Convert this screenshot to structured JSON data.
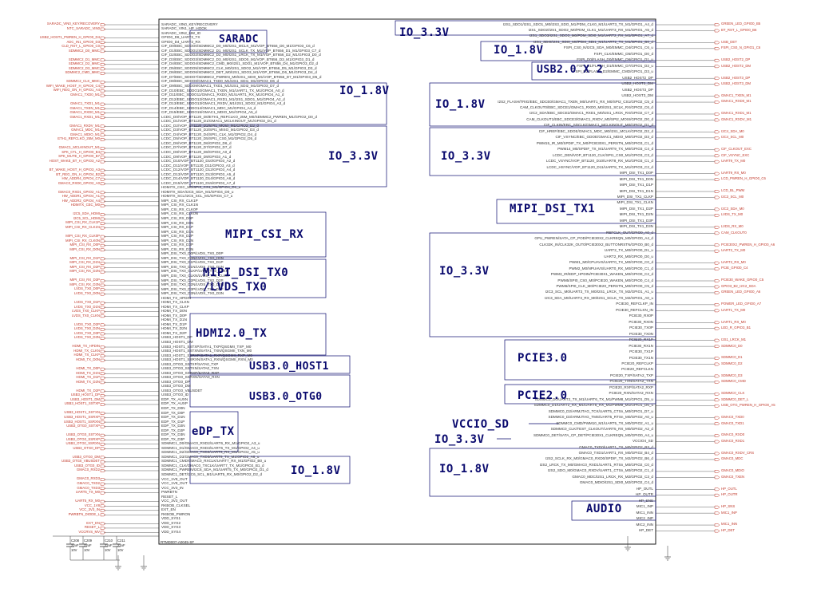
{
  "schematic": {
    "part_number": "RTMD007-A0045-SF",
    "blocks": [
      {
        "id": "saradc",
        "label": "SARADC"
      },
      {
        "id": "io18-a",
        "label": "IO_1.8V"
      },
      {
        "id": "io33-a",
        "label": "IO_3.3V"
      },
      {
        "id": "mipi-csi-rx",
        "label": "MIPI_CSI_RX"
      },
      {
        "id": "mipi-dsi-tx0",
        "label": "MIPI_DSI_TX0"
      },
      {
        "id": "lvds-tx0",
        "label": "/LVDS_TX0"
      },
      {
        "id": "hdmi20-tx",
        "label": "HDMI2.0_TX"
      },
      {
        "id": "usb30-host1",
        "label": "USB3.0_HOST1"
      },
      {
        "id": "usb30-otg0",
        "label": "USB3.0_OTG0"
      },
      {
        "id": "edp-tx",
        "label": "eDP_TX"
      },
      {
        "id": "io18-b",
        "label": "IO_1.8V"
      },
      {
        "id": "io33-top",
        "label": "IO_3.3V"
      },
      {
        "id": "io18-c",
        "label": "IO_1.8V"
      },
      {
        "id": "usb20-x2",
        "label": "USB2.0 X 2"
      },
      {
        "id": "io18-d",
        "label": "IO_1.8V"
      },
      {
        "id": "io33-b",
        "label": "IO_3.3V"
      },
      {
        "id": "mipi-dsi-tx1",
        "label": "MIPI_DSI_TX1"
      },
      {
        "id": "io33-c",
        "label": "IO_3.3V"
      },
      {
        "id": "pcie30",
        "label": "PCIE3.0"
      },
      {
        "id": "pcie20",
        "label": "PCIE2.0"
      },
      {
        "id": "vccio-sd",
        "label": "VCCIO_SD"
      },
      {
        "id": "io33-d",
        "label": "IO_3.3V"
      },
      {
        "id": "io18-e",
        "label": "IO_1.8V"
      },
      {
        "id": "audio",
        "label": "AUDIO"
      }
    ],
    "left_nets": [
      "SARADC_VIN0_KEY/RECOVERY",
      "NTC_SARADC_VIN0",
      "USB2_HOST1_PWREN_H_GPIO0_D4",
      "ADC_IN1_GPIO0_D3",
      "CLD_RST_L_GPIO0_C0",
      "SDMMC2_D0_MMC",
      "SDMMC2_D1_MMC",
      "SDMMC2_D2_MMC",
      "SDMMC2_D3_MMC",
      "SDMMC2_CMD_MMC",
      "SDMMC2_CLK_MMC",
      "WIFI_WAKE_HOST_H_GPIO0_C4",
      "WIFI_REG_ON_H_GPIO1_A4",
      "GMAC1_TXD0_M1",
      "GMAC1_TXD1_M1",
      "GMAC1_TXEN_M1",
      "GMAC1_RXD0_M1",
      "GMAC1_RXD1_M1",
      "GMAC1_RXDV_M1",
      "GMAC1_MDC_M1",
      "GMAC1_MDIO_M1",
      "ETH1_REFCLKO_25M_M0",
      "GMAC1_MCLKINOUT_M1",
      "SPK_CTL_H_GPIO0_B4",
      "SPK_MUTE_H_GPIO0_B7",
      "HOST_WAKE_BT_H_GPIO3_A2",
      "BT_WAKE_HOST_H_GPIO3_A3",
      "BT_REG_ON_H_GPIO4_B2",
      "HW_ADDR4_GPIO4_C7",
      "GMAC0_RXD0_GPIO2_A0",
      "GMAC0_RXD1_GPIO2_A1",
      "HW_ADDR1_GPIO4_A1",
      "HW_ADDR2_GPIO4_A4",
      "HDMITX_CEC_M0",
      "I2C5_SDA_HDMI",
      "I2C5_SCL_HDMI",
      "MIPI_CSI_RX_CLK1P",
      "MIPI_CSI_RX_CLK1N",
      "MIPI_CSI_RX_CLK0P",
      "MIPI_CSI_RX_CLK0N",
      "MIPI_CSI_RX_D0P",
      "MIPI_CSI_RX_D0N",
      "MIPI_CSI_RX_D1P",
      "MIPI_CSI_RX_D1N",
      "MIPI_CSI_RX_D2P",
      "MIPI_CSI_RX_D2N",
      "MIPI_CSI_RX_D3P",
      "MIPI_CSI_RX_D3N",
      "LVDS_TX0_D0P",
      "LVDS_TX0_D0N",
      "LVDS_TX0_D1P",
      "LVDS_TX0_D1N",
      "LVDS_TX0_CLKP",
      "LVDS_TX0_CLKN",
      "LVDS_TX0_D2P",
      "LVDS_TX0_D2N",
      "LVDS_TX0_D3P",
      "LVDS_TX0_D3N",
      "HDMI_TX_HPDIN",
      "HDMI_TX_CLKN",
      "HDMI_TX_CLKP",
      "HDMI_TX_D0N",
      "HDMI_TX_D0P",
      "HDMI_TX_D1N",
      "HDMI_TX_D1P",
      "HDMI_TX_D2N",
      "HDMI_TX_D2P",
      "USB3_HOST1_DP",
      "USB3_HOST1_DM",
      "USB3_HOST1_SSTXP",
      "USB3_HOST1_SSTXN",
      "USB3_HOST1_SSRXP",
      "USB3_HOST1_SSRXN",
      "USB3_OTG0_SSTXP",
      "USB3_OTG0_SSTXN",
      "USB3_OTG0_SSRXP",
      "USB3_OTG0_SSRXN",
      "USB3_OTG0_DP",
      "USB3_OTG0_DM",
      "USB3_OTG0_VBUSDET",
      "USB3_OTG0_ID",
      "GMAC0_RXD2",
      "GMAC0_RXD3",
      "GMAC0_TXD2",
      "GMAC0_TXD3",
      "UART5_TX_M0",
      "UART5_RX_M0",
      "VCC_1V8",
      "VCC_3V3_IN",
      "PWRBTN_DIODE_L",
      "EXT_EN",
      "RESET_L",
      "VCCRVS_MV"
    ],
    "left_pins": [
      "SARADC_VIN0_KEY/RECOVERY",
      "SARADC_VIN1_HP_HOOK",
      "SARADC_VIN2_HW_ID",
      "GPIO0_D6_UART2_TX",
      "GPIO0_D4_UART2_RX",
      "CIF_D0/EBC_SDDO0/SDMMC2_D0_M0/I2S1_MCLK_M1/VOP_BT656_D0_M1/GPIO3_C6_d",
      "CIF_D1/EBC_SDDO1/SDMMC2_D1_M0/I2S1_SCLK_TX_M1/VOP_BT656_D1_M1/GPIO3_C7_d",
      "CIF_D2/EBC_SDDO2/SDMMC2_D2_M0/I2S1_LRCK_TX_M1/VOP_BT656_D2_M1/GPIO3_D0_d",
      "CIF_D3/EBC_SDDO3/SDMMC2_D3_M0/I2S1_SDO0_M1/VOP_BT656_D3_M1/GPIO3_D1_d",
      "CIF_D4/EBC_SDDO4/SDMMC2_CMD_M0/I2S1_SDO1_M1/VOP_BT656_D4_M1/GPIO3_D2_d",
      "CIF_D5/EBC_SDDO5/SDMMC2_CLK_M0/I2S1_SDO2_M1/VOP_BT656_D5_M1/GPIO3_D3_d",
      "CIF_D6/EBC_SDDO6/SDMMC2_DET_M0/I2S1_SDO3_M1/VOP_BT656_D6_M1/GPIO3_D4_d",
      "CIF_D7/EBC_SDDO7/SDMMC2_PWREN_M0/I2S1_SDI0_M1/VOP_BT656_D7_M1/GPIO3_D5_d",
      "CIF_D8/EBC_SDDO8/GMAC1_TXD0_M1/I2S1_SDI1_M1/GPIO3_D6_d",
      "CIF_D9/EBC_SDDO9/GMAC1_TXD1_M1/I2S1_SDI2_M1/GPIO3_D7_d",
      "CIF_D10/EBC_SDDO10/GMAC1_TXEN_M1/UART1_TX_M1/GPIO4_A0_d",
      "CIF_D11/EBC_SDDO11/GMAC1_RXD0_M1/UART1_RX_M1/GPIO4_A1_d",
      "CIF_D12/EBC_SDDO12/GMAC1_RXD1_M1/I2S1_SDO1_M1/GPIO4_A2_d",
      "CIF_D13/EBC_SDDO13/GMAC1_RXDV_M1/I2S1_SDO2_M1/GPIO4_A3_d",
      "CIF_D14/EBC_SDDO14/GMAC1_MDC_M1/GPIO4_A4_d",
      "CIF_D15/EBC_SDDO15/GMAC1_MDIO_M1/GPIO4_A5_d",
      "LCDC_D0/VOP_BT1120_D0/ETH1_REFCLKO_25M_M0/SDMMC2_PWREN_M1/GPIO2_D0_d",
      "LCDC_D1/VOP_BT1120_D1/GMAC1_MCLKINOUT_M1/GPIO2_D1_d",
      "LCDC_D2/VOP_BT1120_D2/SPI1_MOSI_M1/GPIO2_D2_d",
      "LCDC_D3/VOP_BT1120_D3/SPI1_MISO_M1/GPIO2_D3_d",
      "LCDC_D4/VOP_BT1120_D4/SPI1_CLK_M1/GPIO2_D4_d",
      "LCDC_D5/VOP_BT1120_D5/SPI1_CS0_M1/GPIO2_D5_d",
      "LCDC_D6/VOP_BT1120_D6/GPIO2_D6_d",
      "LCDC_D7/VOP_BT1120_D7/GPIO2_D7_d",
      "LCDC_D8/VOP_BT1120_D8/GPIO3_A0_d",
      "LCDC_D9/VOP_BT1120_D9/GPIO3_A1_d",
      "LCDC_D10/VOP_BT1120_D10/GPIO3_A2_d",
      "LCDC_D11/VOP_BT1120_D11/GPIO3_A3_d",
      "LCDC_D12/VOP_BT1120_D12/GPIO3_A4_d",
      "LCDC_D13/VOP_BT1120_D13/GPIO3_A5_d",
      "LCDC_D14/VOP_BT1120_D14/GPIO3_A6_d",
      "LCDC_D15/VOP_BT1120_D15/GPIO3_A7_d",
      "HDMITX_CEC_M0/SPI3_CS1_M1/GPIO4_D1_u",
      "HDMITX_SDA/I2C5_SDA_M1/GPIO4_D0_u",
      "HDMITX_SCL/I2C5_SCL_M1/GPIO4_C7_u",
      "MIPI_CSI_RX_CLK1P",
      "MIPI_CSI_RX_CLK1N",
      "MIPI_CSI_RX_CLK0P",
      "MIPI_CSI_RX_CLK0N",
      "MIPI_CSI_RX_D0P",
      "MIPI_CSI_RX_D0N",
      "MIPI_CSI_RX_D1P",
      "MIPI_CSI_RX_D1N",
      "MIPI_CSI_RX_D2P",
      "MIPI_CSI_RX_D2N",
      "MIPI_CSI_RX_D3P",
      "MIPI_CSI_RX_D3N",
      "MIPI_DSI_TX0_D0P/LVDS_TX0_D0P",
      "MIPI_DSI_TX0_D0N/LVDS_TX0_D0N",
      "MIPI_DSI_TX0_D1P/LVDS_TX0_D1P",
      "MIPI_DSI_TX0_D1N/LVDS_TX0_D1N",
      "MIPI_DSI_TX0_CLKP/LVDS_TX0_CLKP",
      "MIPI_DSI_TX0_CLKN/LVDS_TX0_CLKN",
      "MIPI_DSI_TX0_D2P/LVDS_TX0_D2P",
      "MIPI_DSI_TX0_D2N/LVDS_TX0_D2N",
      "MIPI_DSI_TX0_D3P/LVDS_TX0_D3P",
      "MIPI_DSI_TX0_D3N/LVDS_TX0_D3N",
      "HDMI_TX_HPDIN",
      "HDMI_TX_CLKN",
      "HDMI_TX_CLKP",
      "HDMI_TX_D0N",
      "HDMI_TX_D0P",
      "HDMI_TX_D1N",
      "HDMI_TX_D1P",
      "HDMI_TX_D2N",
      "HDMI_TX_D2P",
      "USB3_HOST1_DP",
      "USB3_HOST1_DM",
      "USB3_HOST1_SSTXP/SATA1_TXP/QSGMII_TXP_M0",
      "USB3_HOST1_SSTXN/SATA1_TXN/QSGMII_TXN_M0",
      "USB3_HOST1_SSRXP/SATA1_RXP/QSGMII_RXP_M0",
      "USB3_HOST1_SSRXN/SATA1_RXN/QSGMII_RXN_M0",
      "USB3_OTG0_SSTXP/SATA0_TXP",
      "USB3_OTG0_SSTXN/SATA0_TXN",
      "USB3_OTG0_SSRXP/SATA0_RXP",
      "USB3_OTG0_SSRXN/SATA0_RXN",
      "USB3_OTG0_DP",
      "USB3_OTG0_DM",
      "USB3_OTG0_VBUSDET",
      "USB3_OTG0_ID",
      "EDP_TX_AUXN",
      "EDP_TX_AUXP",
      "EDP_TX_D0N",
      "EDP_TX_D0P",
      "EDP_TX_D1N",
      "EDP_TX_D1P",
      "EDP_TX_D2N",
      "EDP_TX_D2P",
      "EDP_TX_D3N",
      "EDP_TX_D3P",
      "SDMMC1_D0/GMAC0_RXD2/UART6_RX_M1/GPIO2_A3_u",
      "SDMMC1_D1/GMAC0_RXD3/UART6_TX_M1/GPIO2_A4_u",
      "SDMMC1_D2/GMAC0_TXD2/UART9_RX_M1/GPIO2_A5_u",
      "SDMMC1_D3/GMAC0_TXD3/UART9_TX_M1/GPIO2_A6_u",
      "SDMMC1_CMD/GMAC0_RXCLK/UART7_RX_M1/GPIO2_B0_u",
      "SDMMC1_CLK/GMAC0_TXCLK/UART7_TX_M1/GPIO2_B1_d",
      "SDMMC1_PWREN/I2C6_SDA_M1/UART5_TX_M0/GPIO2_D1_d",
      "SDMMC1_DET/I2C6_SCL_M1/UART5_RX_M0/GPIO2_D2_d",
      "VCC_1V8_OUT",
      "VCC_1V8_OUT",
      "VCC_3V3_IN",
      "PWRBTN",
      "RESET_L",
      "VCC_3V3_OUT",
      "RKBOB_CLKSEL",
      "EXT_EN",
      "RKBOB_PWRON",
      "VDD_SYS1",
      "VDD_SYS2",
      "VDD_SYS3",
      "VDD_SYS4"
    ],
    "right_pins": [
      "I2S1_SDO1/I2S1_SDO1_M0/I2S3_SDO_M1/PDM_CLK0_M1/UART3_TX_M1/GPIO1_A4_d",
      "I2S1_SDO2/I2S1_SDO2_M0/PDM_CLK1_M1/UART3_RX_M1/GPIO1_A5_d",
      "I2S1_SDO3/I2S1_SDO3_M0/PDM_SDI0_M1/UART2_RX_M1/GPIO1_A7_d",
      "I2S1_SDI0/I2S1_SDI0_M0/PDM_SDI1_M1/UART2_TX_M1/GPIO1_B0_d",
      "FSPI_CS0_N/I2C5_SDA_M0/EMMC_D4/GPIO1_C6_u",
      "FSPI_CLK/EMMC_D5/GPIO1_D0_d",
      "FSPI_D0/FLASH_D0/EMMC_D6/GPIO1_D1_u",
      "FSPI_D1/FLASH_D1/EMMC_D7/GPIO1_D2_u",
      "FSPI_D2/FLASH_D2/EMMC_CMD/GPIO1_D3_u",
      "USB2_HOST2_DP",
      "USB2_HOST2_DM",
      "USB2_HOST3_DP",
      "USB2_HOST3_DM",
      "I2S2_FLASH/TRIG/EBC_SDCE0/GMAC1_TXEN_M0/UART1_RX_M0/SPI2_CS1/GPIO2_C5_d",
      "CAM_CLKOUT0/EBC_SDCE1/GMAC1_RXD0_M0/I2S1_SCLK_RX/GPIO2_C6_d",
      "I2C2_SDA/EBC_SDCE2/GMAC1_RXD1_M0/I2S1_LRCK_RX/GPIO2_C7_d",
      "CAM_CLKOUT1/EBC_SDCE3/GMAC1_RXDV_M0/SPI2_MOSI/GPIO2_D0_d",
      "CIF_CLKIN/EBC_SDCLK/GMAC1_MCLKINOUT_M0/GPIO2_D1_d",
      "CIF_HREF/EBC_SDOE/GMAC1_MDC_M0/I2S1_MCLK/GPIO2_D2_d",
      "CIF_VSYNC/EBC_GDOE/GMAC1_MDIO_M0/GPIO2_D3_d",
      "PWM15_IR_M0/SPDIF_TX_M0/PCIE30X1_PERSTN_M0/GPIO3_C1_d",
      "PWM14_M0/SPDIF_TX_M1/UART9_TX_M0/GPIO3_C4_d",
      "LCDC_DEN/VOP_BT1120_CLK/SPI1_CS0_M1/GPIO3_C3_d",
      "LCDC_VSYNC/VOP_BT1120_D10/UART8_RX_M1/GPIO3_C1_d",
      "LCDC_HSYNC/VOP_BT1120_D11/UART8_TX_M1/GPIO3_C2_d",
      "MIPI_DSI_TX1_D0P",
      "MIPI_DSI_TX1_D0N",
      "MIPI_DSI_TX1_D1P",
      "MIPI_DSI_TX1_D1N",
      "MIPI_DSI_TX1_CLKP",
      "MIPI_DSI_TX1_CLKN",
      "MIPI_DSI_TX1_D2P",
      "MIPI_DSI_TX1_D2N",
      "MIPI_DSI_TX1_D3P",
      "MIPI_DSI_TX1_D3N",
      "REFCLK_OUT/GPIO0_A0_d",
      "GPU_PWREN/SATA_CP_POD/PCIE30X2_CLKREQN_M0/GPIO0_A4_d",
      "CLK32K_IN/CLK32K_OUT0/PCIE30X2_BUTTONRSTN/GPIO0_B0_d",
      "UART2_TX_M0/GPIO0_D1_u",
      "UART2_RX_M0/GPIO0_D0_u",
      "PWM1_M0/CPUAVS/UART0_TX_M0/GPIO0_C0_d",
      "PWM2_M0/NPUAVS/UART0_RX_M0/GPIO0_C1_d",
      "PWM3_IR/EDP_HPDIN/PCIE30X1_WAKEN_M0/GPIO0_C2_d",
      "PWM5/SPI0_CS0_M0/PCIE20_WAKEN_M0/GPIO0_C4_d",
      "PWM6/SPI0_CLK_M0/PCIE20_PERSTN_M0/GPIO0_C5_d",
      "I2C3_SCL_M0/UART3_TX_M0/I2S1_LRCK_TX_M2/GPIO1_A1_u",
      "I2C3_SDA_M0/UART3_RX_M0/I2S1_SCLK_TX_M2/GPIO1_A0_u",
      "PCIE30_REFCLKP_IN",
      "PCIE30_REFCLKN_IN",
      "PCIE30_RX0P",
      "PCIE30_RX0N",
      "PCIE30_TX0P",
      "PCIE30_TX0N",
      "PCIE30_RX1P",
      "PCIE30_RX1N",
      "PCIE30_TX1P",
      "PCIE30_TX1N",
      "PCIE20_REFCLKP",
      "PCIE20_REFCLKN",
      "PCIE20_TXP/SATA2_TXP",
      "PCIE20_TXN/SATA2_TXN",
      "PCIE20_RXP/SATA2_RXP",
      "PCIE20_RXN/SATA2_RXN",
      "SDMMC0_D0/UART2_TX_M1/UART6_TX_M1/PWM8_M1/GPIO1_D5_u",
      "SDMMC0_D1/UART2_RX_M1/UART6_RX_M1/PWM9_M1/GPIO1_D6_u",
      "SDMMC0_D2/ARMJTAG_TCK/UART5_CTSn_M0/GPIO1_D7_u",
      "SDMMC0_D3/ARMJTAG_TMS/UART5_RTSn_M0/GPIO2_A0_u",
      "SDMMC0_CMD/PWM10_M1/UART5_TX_M0/GPIO2_A1_u",
      "SDMMC0_CLK/TEST_CLKOUT/UART5_RX_M0/GPIO2_A2_d",
      "SDMMC0_DET/SATA_CP_DET/PCIE30X1_CLKREQN_M0/GPIO0_A4_u",
      "VCCIO4_SD",
      "GMAC0_TXD0/UART1_TX_M0/GPIO2_B3_d",
      "GMAC0_TXD1/UART1_RX_M0/GPIO2_B4_d",
      "I2S2_SCLK_RX_M0/GMAC0_RXD0/SPDIF_TX_M2/GPIO2_B6_d",
      "I2S2_LRCK_TX_M0/GMAC0_RXD1/UART1_RTSn_M0/GPIO2_C0_d",
      "I2S2_SDO_M0/GMAC0_RXDV/UART1_CTSn_M0/GPIO2_C1_d",
      "GMAC0_MDC/I2S1_LRCK_RX_M2/GPIO2_C3_d",
      "GMAC0_MDIO/I2S1_SDI0_M2/GPIO2_C4_d",
      "HP_OUTL",
      "HP_OUTR",
      "HP_SNS",
      "MIC1_INP",
      "MIC1_INN",
      "MIC2_INP",
      "MIC2_INN",
      "HP_DET"
    ],
    "right_nets": [
      "GREEN_LED_GPIO0_B5",
      "BT_RST_L_GPIO0_B6",
      "USB_DET",
      "FSPI_CS0_N_GPIO1_C6",
      "USB2_HOST2_DP",
      "USB2_HOST2_DM",
      "USB2_HOST3_DP",
      "USB2_HOST3_DM",
      "GMAC1_TXEN_M1",
      "GMAC1_RXD0_M1",
      "GMAC1_RXD1_M1",
      "GMAC1_RXDV_M1",
      "I2C4_SDA_M0",
      "I2C4_SCL_M0",
      "CIF_CLKOUT_EXC",
      "CIF_VSYNC_EXC",
      "UART9_TX_M0",
      "UART9_RX_M0",
      "LCD_PWREN_H_GPIO0_C6",
      "LCD_BL_PWM",
      "I2C3_SCL_M0",
      "I2C3_SDA_M0",
      "LVDS_TX_M0",
      "LVDS_RX_M0",
      "CAM_CLKOUT0",
      "PCIE30X2_PWREN_H_GPIO0_A6",
      "UART2_TX_M0",
      "UART2_RX_M0",
      "PCIE_GPIO0_C4",
      "PCIE30_WAKE_GPIO0_C5",
      "GPIO3_B2_I2C2_SDA",
      "GREEN_LED_GPIO0_A6",
      "POWER_LED_GPIO0_A7",
      "UART1_TX_M0",
      "UART1_RX_M0",
      "LED_R_GPIO3_B1",
      "I2S1_LRCK_M1",
      "SDMMC0_D0",
      "SDMMC0_D1",
      "SDMMC0_D2",
      "SDMMC0_D3",
      "SDMMC0_CMD",
      "SDMMC0_CLK",
      "SDMMC0_DET_L",
      "USB_OTG_PWREN_H_GPIO0_A5",
      "GMAC0_TXD0",
      "GMAC0_TXD1",
      "GMAC0_RXD0",
      "GMAC0_RXD1",
      "GMAC0_RXDV_CRS",
      "GMAC0_MDC",
      "GMAC0_MDIO",
      "GMAC0_TXEN",
      "HP_OUTL",
      "HP_OUTR",
      "HP_SNS",
      "MIC1_INP",
      "MIC1_INN",
      "HP_DET"
    ],
    "caps": [
      {
        "ref": "C208",
        "value": "22uF",
        "voltage": "10V"
      },
      {
        "ref": "C209",
        "value": "22uF",
        "voltage": "10V"
      },
      {
        "ref": "C210",
        "value": "22uF",
        "voltage": "10V"
      },
      {
        "ref": "C211",
        "value": "22uF",
        "voltage": "10V"
      }
    ]
  }
}
